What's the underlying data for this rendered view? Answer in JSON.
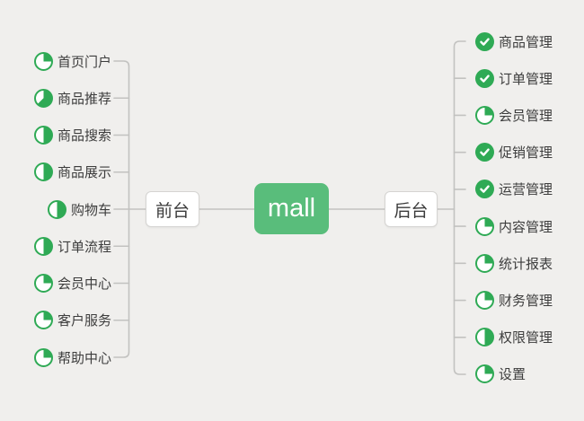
{
  "diagram": {
    "type": "mindmap",
    "root": {
      "label": "mall"
    },
    "branches": {
      "left": {
        "label": "前台",
        "items": [
          {
            "label": "首页门户",
            "icon": "progress-pie",
            "progress_percent": 25
          },
          {
            "label": "商品推荐",
            "icon": "progress-pie",
            "progress_percent": 62.5
          },
          {
            "label": "商品搜索",
            "icon": "progress-pie",
            "progress_percent": 50
          },
          {
            "label": "商品展示",
            "icon": "progress-pie",
            "progress_percent": 50
          },
          {
            "label": "购物车",
            "icon": "progress-pie",
            "progress_percent": 50
          },
          {
            "label": "订单流程",
            "icon": "progress-pie",
            "progress_percent": 50
          },
          {
            "label": "会员中心",
            "icon": "progress-pie",
            "progress_percent": 25
          },
          {
            "label": "客户服务",
            "icon": "progress-pie",
            "progress_percent": 25
          },
          {
            "label": "帮助中心",
            "icon": "progress-pie",
            "progress_percent": 25
          }
        ]
      },
      "right": {
        "label": "后台",
        "items": [
          {
            "label": "商品管理",
            "icon": "check-circle",
            "progress_percent": 100
          },
          {
            "label": "订单管理",
            "icon": "check-circle",
            "progress_percent": 100
          },
          {
            "label": "会员管理",
            "icon": "progress-pie",
            "progress_percent": 25
          },
          {
            "label": "促销管理",
            "icon": "check-circle",
            "progress_percent": 100
          },
          {
            "label": "运营管理",
            "icon": "check-circle",
            "progress_percent": 100
          },
          {
            "label": "内容管理",
            "icon": "progress-pie",
            "progress_percent": 25
          },
          {
            "label": "统计报表",
            "icon": "progress-pie",
            "progress_percent": 25
          },
          {
            "label": "财务管理",
            "icon": "progress-pie",
            "progress_percent": 25
          },
          {
            "label": "权限管理",
            "icon": "progress-pie",
            "progress_percent": 50
          },
          {
            "label": "设置",
            "icon": "progress-pie",
            "progress_percent": 25
          }
        ]
      }
    },
    "colors": {
      "background": "#f0efed",
      "accent_green": "#2faa55",
      "root_green": "#59bd7b",
      "line_gray": "#c2c2c0",
      "text_dark": "#3d3d3d"
    }
  }
}
